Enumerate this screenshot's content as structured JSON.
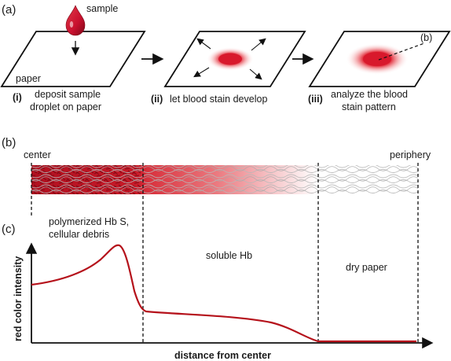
{
  "panel_a": {
    "label": "(a)",
    "sample_label": "sample",
    "paper_label": "paper",
    "inset_ref": "(b)",
    "steps": [
      {
        "num": "(i)",
        "line1": "deposit sample",
        "line2": "droplet on paper"
      },
      {
        "num": "(ii)",
        "line1": "let blood stain develop",
        "line2": ""
      },
      {
        "num": "(iii)",
        "line1": "analyze the blood",
        "line2": "stain pattern"
      }
    ]
  },
  "panel_b": {
    "label": "(b)",
    "left_label": "center",
    "right_label": "periphery"
  },
  "panel_c": {
    "label": "(c)",
    "zones": [
      {
        "line1": "polymerized Hb S,",
        "line2": "cellular debris"
      },
      {
        "line1": "soluble Hb",
        "line2": ""
      },
      {
        "line1": "dry paper",
        "line2": ""
      }
    ],
    "ylabel": "red color intensity",
    "xlabel": "distance from center"
  },
  "colors": {
    "blood": "#c8102e",
    "blood_dark": "#8e0a1f",
    "curve": "#b5121b"
  }
}
